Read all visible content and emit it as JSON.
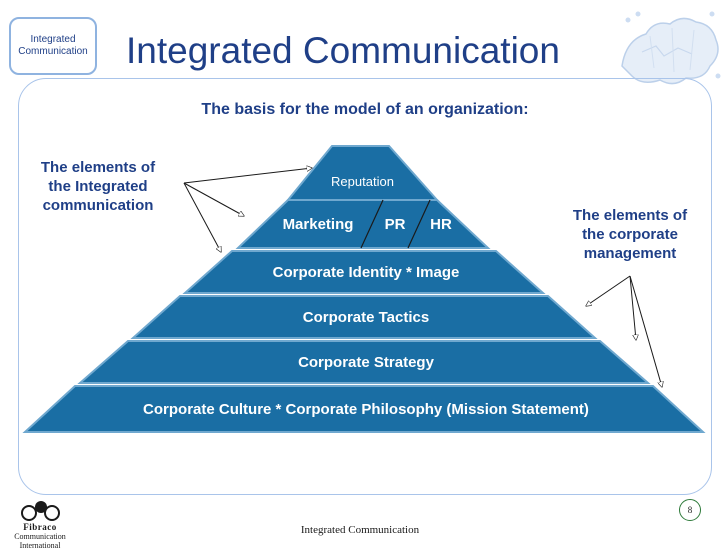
{
  "header": {
    "badge_lines": [
      "Integrated",
      "Communication"
    ],
    "title": "Integrated Communication"
  },
  "subtitle": "The basis for the model of an organization:",
  "notes": {
    "left": [
      "The elements of",
      "the Integrated",
      "communication"
    ],
    "right": [
      "The elements of",
      "the corporate",
      "management"
    ]
  },
  "pyramid": {
    "levels": [
      {
        "label": "Reputation"
      },
      {
        "label": "Marketing     PR     HR",
        "parts": [
          "Marketing",
          "PR",
          "HR"
        ]
      },
      {
        "label": "Corporate Identity * Image"
      },
      {
        "label": "Corporate Tactics"
      },
      {
        "label": "Corporate Strategy"
      },
      {
        "label": "Corporate Culture * Corporate Philosophy (Mission Statement)"
      }
    ]
  },
  "footer": {
    "text": "Integrated Communication",
    "page_number": "8",
    "logo_lines": [
      "Fibraco",
      "Communication",
      "International"
    ]
  },
  "colors": {
    "pyramid_fill": "#1a6ea4",
    "pyramid_edge": "#6fa8cf",
    "text_navy": "#1f3f87",
    "panel_border": "#a9c4ea",
    "emblem": "#bcd0ea"
  }
}
